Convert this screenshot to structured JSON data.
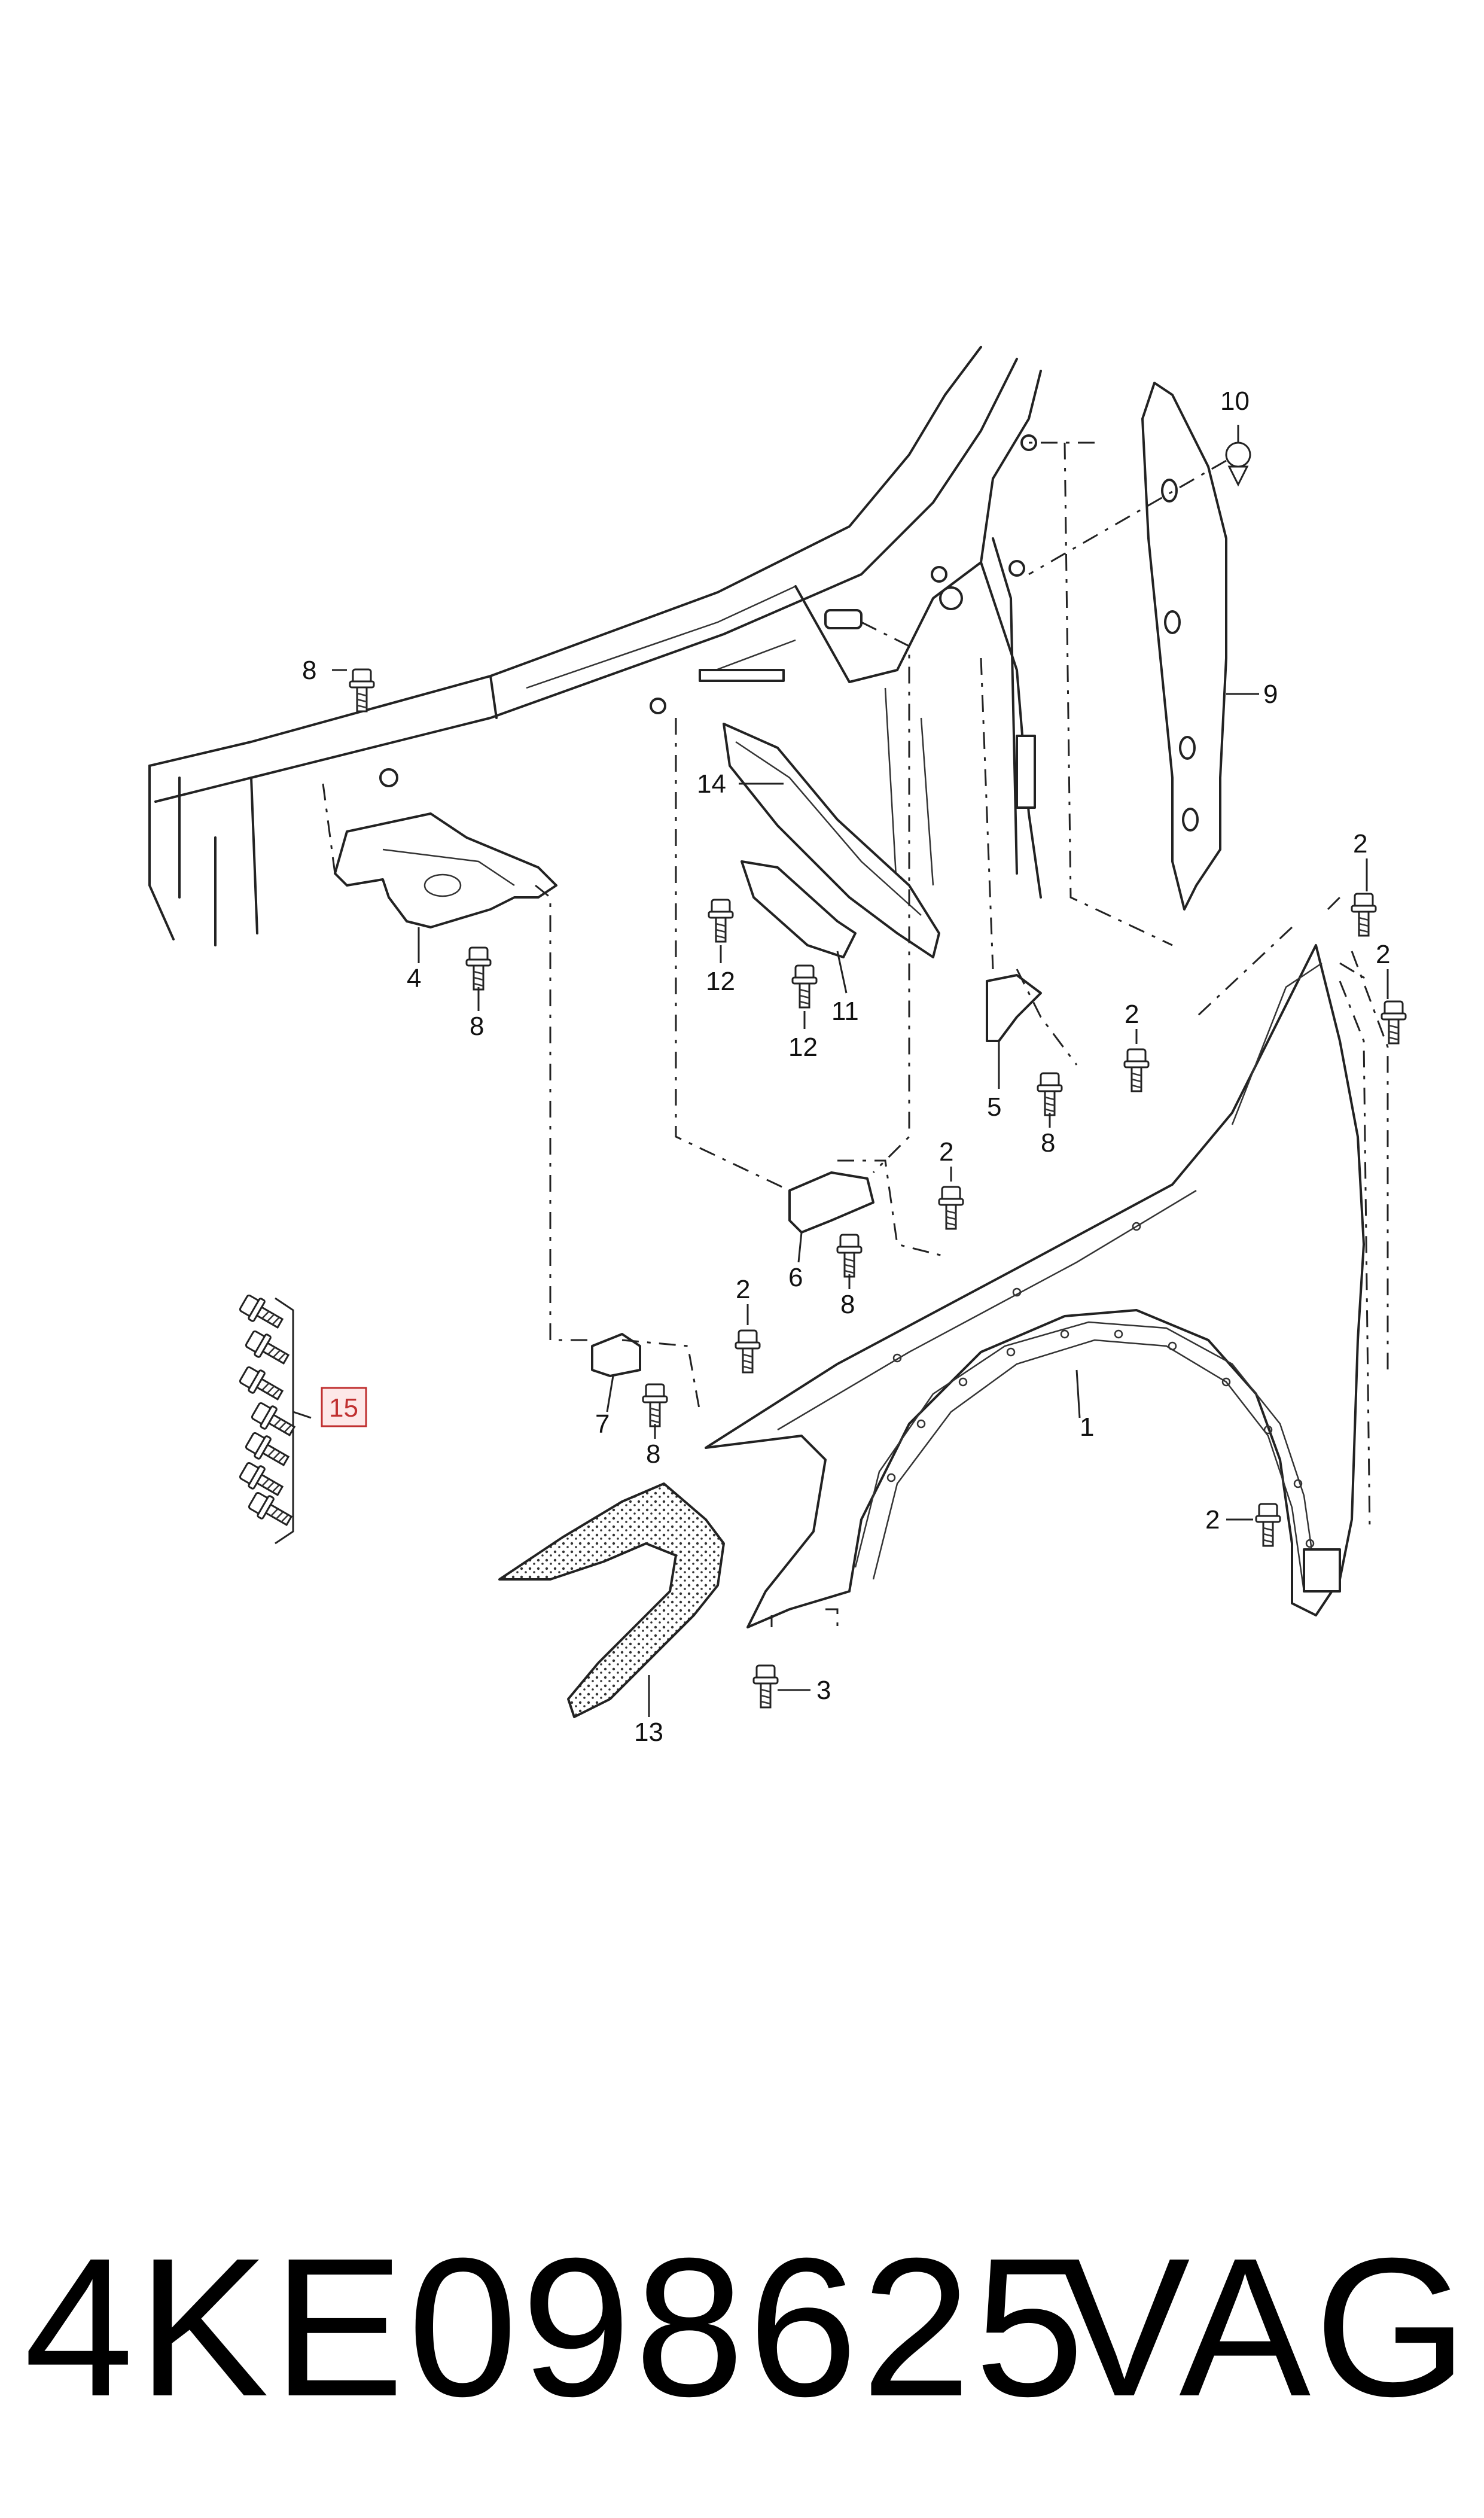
{
  "callouts": {
    "c1": "1",
    "c2": "2",
    "c3": "3",
    "c4": "4",
    "c5": "5",
    "c6": "6",
    "c7": "7",
    "c8": "8",
    "c9": "9",
    "c10": "10",
    "c11": "11",
    "c12": "12",
    "c13": "13",
    "c14": "14",
    "c15": "15"
  },
  "footer": {
    "part_number": "4KE098625",
    "manufacturer": "VAG"
  }
}
